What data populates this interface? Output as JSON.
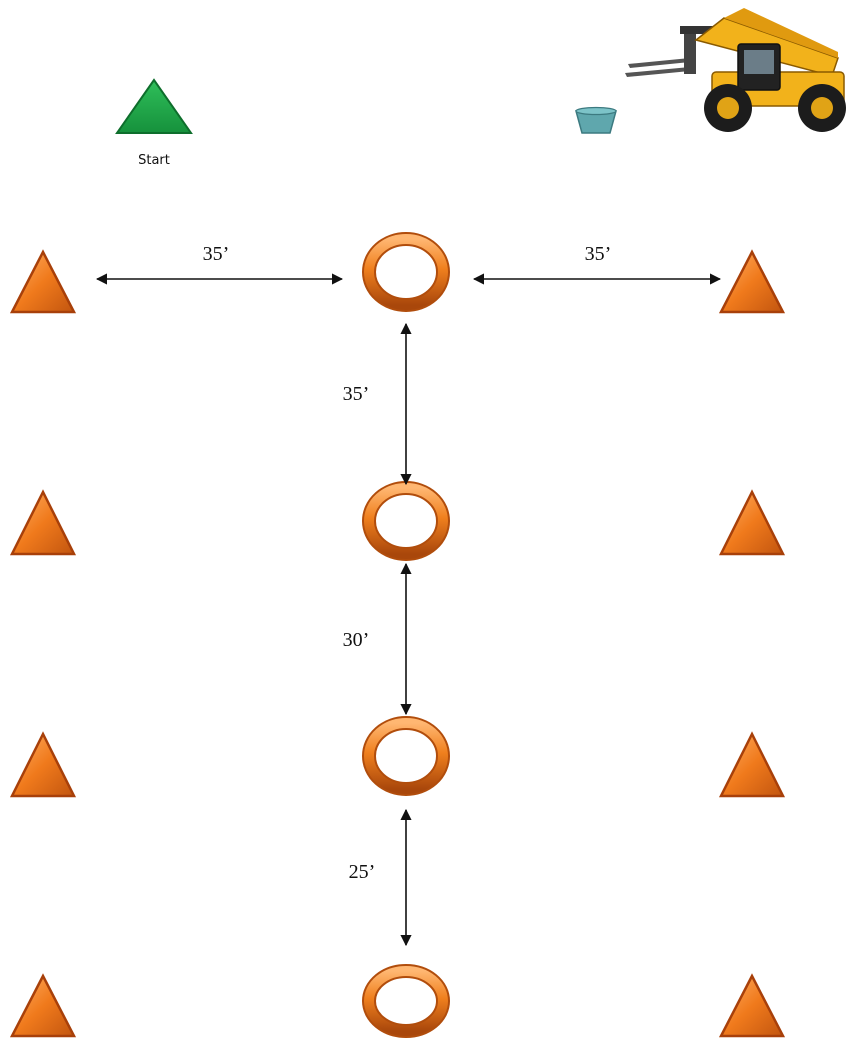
{
  "start": {
    "label": "Start"
  },
  "dimensions": {
    "left_span": "35’",
    "right_span": "35’",
    "ring1_to_ring2": "35’",
    "ring2_to_ring3": "30’",
    "ring3_to_ring4": "25’"
  },
  "colors": {
    "start_cone": "#21a84a",
    "cone_orange": "#f07a1c",
    "cone_dark": "#a8400a",
    "ring_orange": "#f0801e",
    "ring_dark": "#b14d0c",
    "bucket": "#5fa7ad",
    "forklift_yellow": "#f2b21b",
    "arrow": "#111111"
  },
  "icons": {
    "start_marker": "green-triangle-cone-icon",
    "cone": "orange-traffic-cone-icon",
    "ring": "orange-ring-target-icon",
    "bucket": "bucket-icon",
    "vehicle": "telehandler-forklift-icon"
  }
}
